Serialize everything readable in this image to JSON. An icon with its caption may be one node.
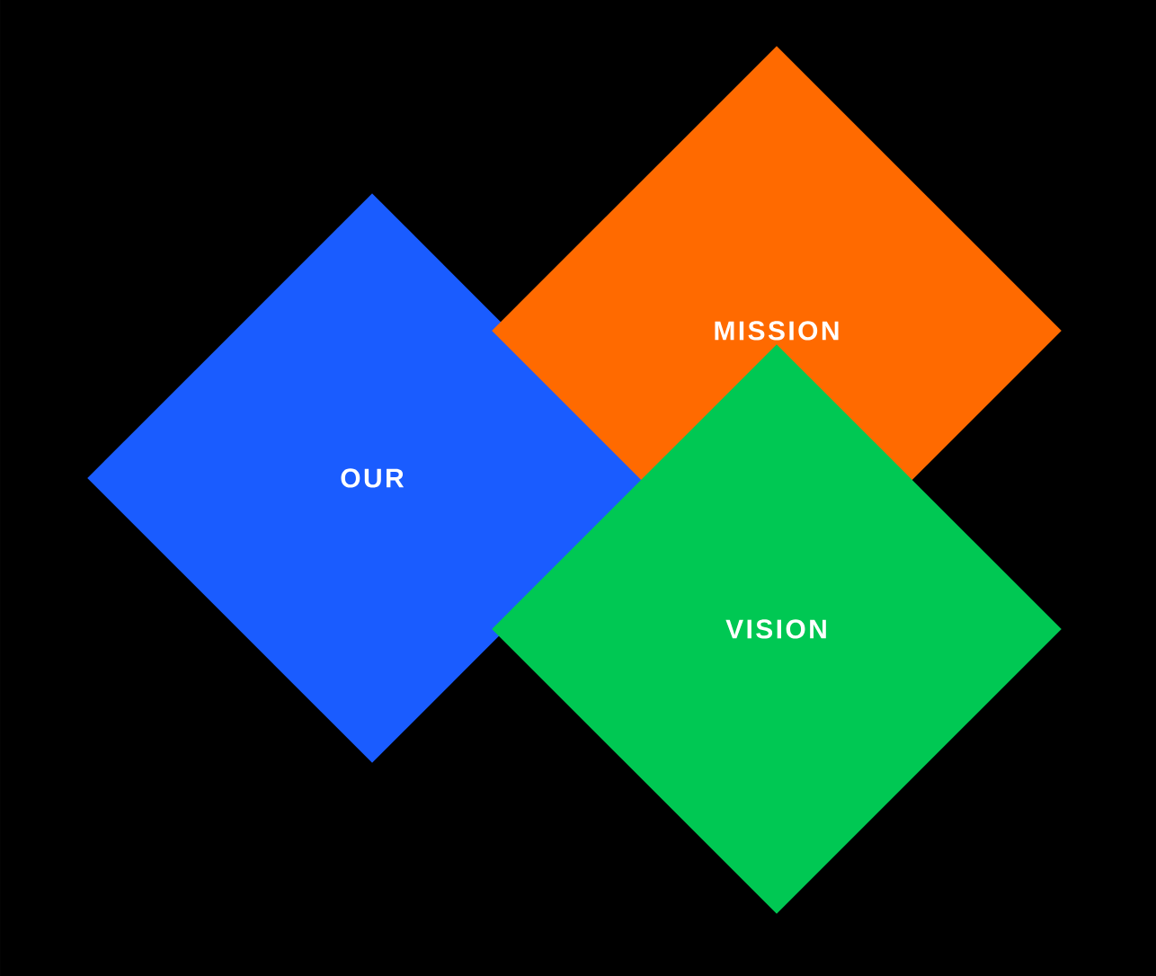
{
  "diagram": {
    "nodes": [
      {
        "text": [
          "OUR"
        ]
      },
      {
        "text": [
          "MISSION"
        ]
      },
      {
        "text": [
          "VISION"
        ]
      }
    ]
  }
}
